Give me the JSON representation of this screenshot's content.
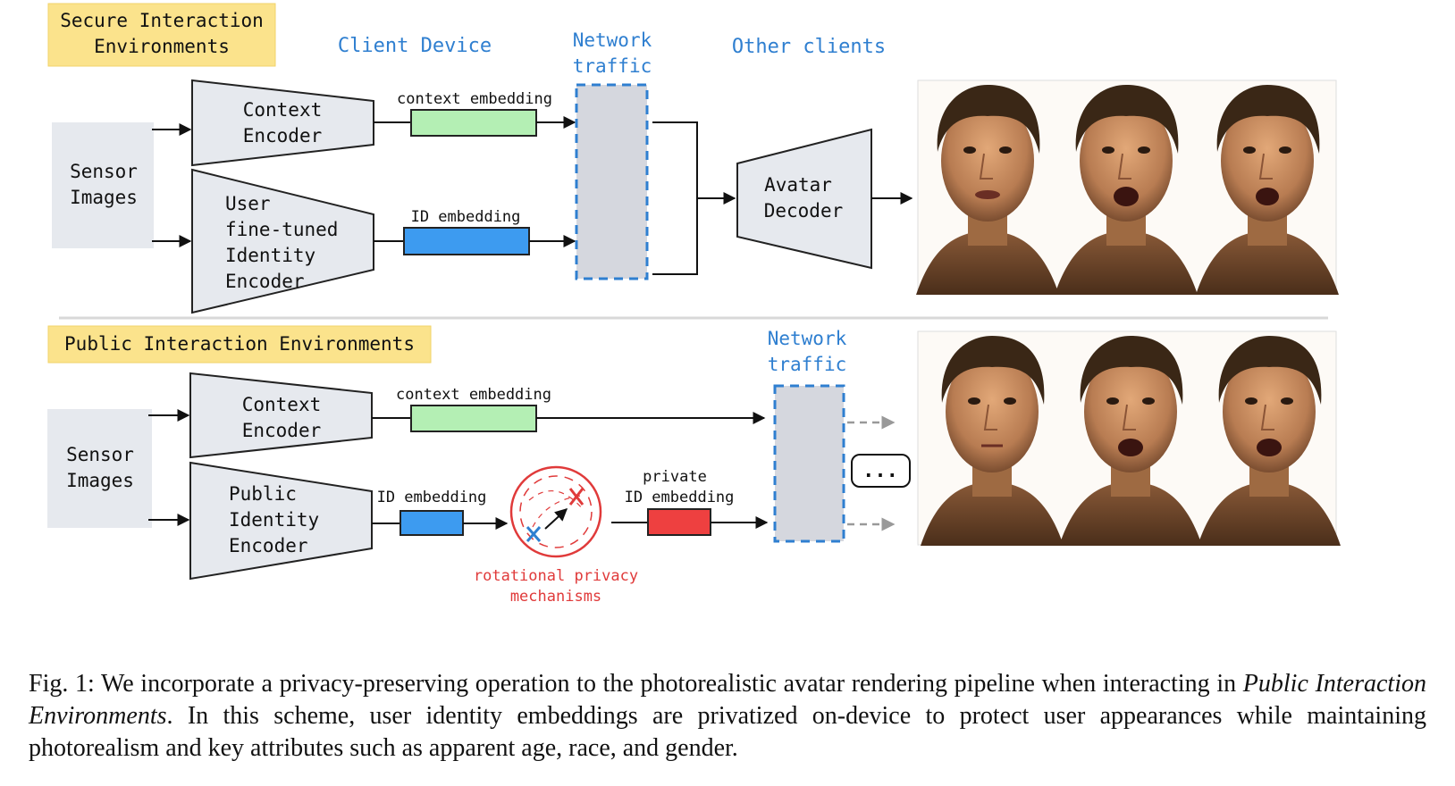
{
  "diagram": {
    "secure": {
      "title_line1": "Secure Interaction",
      "title_line2": "Environments",
      "client_device": "Client Device",
      "network_line1": "Network",
      "network_line2": "traffic",
      "other_clients": "Other clients",
      "sensor_line1": "Sensor",
      "sensor_line2": "Images",
      "context_encoder_line1": "Context",
      "context_encoder_line2": "Encoder",
      "identity_encoder_line1": "User",
      "identity_encoder_line2": "fine-tuned",
      "identity_encoder_line3": "Identity",
      "identity_encoder_line4": "Encoder",
      "context_embedding": "context embedding",
      "id_embedding": "ID embedding",
      "decoder_line1": "Avatar",
      "decoder_line2": "Decoder"
    },
    "public": {
      "title": "Public Interaction Environments",
      "network_line1": "Network",
      "network_line2": "traffic",
      "sensor_line1": "Sensor",
      "sensor_line2": "Images",
      "context_encoder_line1": "Context",
      "context_encoder_line2": "Encoder",
      "identity_encoder_line1": "Public",
      "identity_encoder_line2": "Identity",
      "identity_encoder_line3": "Encoder",
      "context_embedding": "context embedding",
      "id_embedding": "ID embedding",
      "private_line1": "private",
      "private_line2": "ID embedding",
      "mechanism_line1": "rotational privacy",
      "mechanism_line2": "mechanisms",
      "ellipsis": "..."
    },
    "colors": {
      "title_bg": "#fbe38c",
      "blue_label": "#2f7fd0",
      "network_fill": "#d5d7de",
      "network_stroke": "#2f7fd0",
      "encoder_fill": "#e6e9ee",
      "context_embedding": "#b4efb4",
      "id_embedding": "#3d9bf0",
      "private_embedding": "#ee4040",
      "privacy_red": "#e03a3a"
    }
  },
  "caption": {
    "prefix": "Fig. 1: We incorporate a privacy-preserving operation to the photorealistic avatar rendering pipeline when interacting in ",
    "emph": "Public Interaction Environments",
    "suffix": ". In this scheme, user identity embeddings are privatized on-device to protect user appearances while maintaining photorealism and key attributes such as apparent age, race, and gender."
  }
}
